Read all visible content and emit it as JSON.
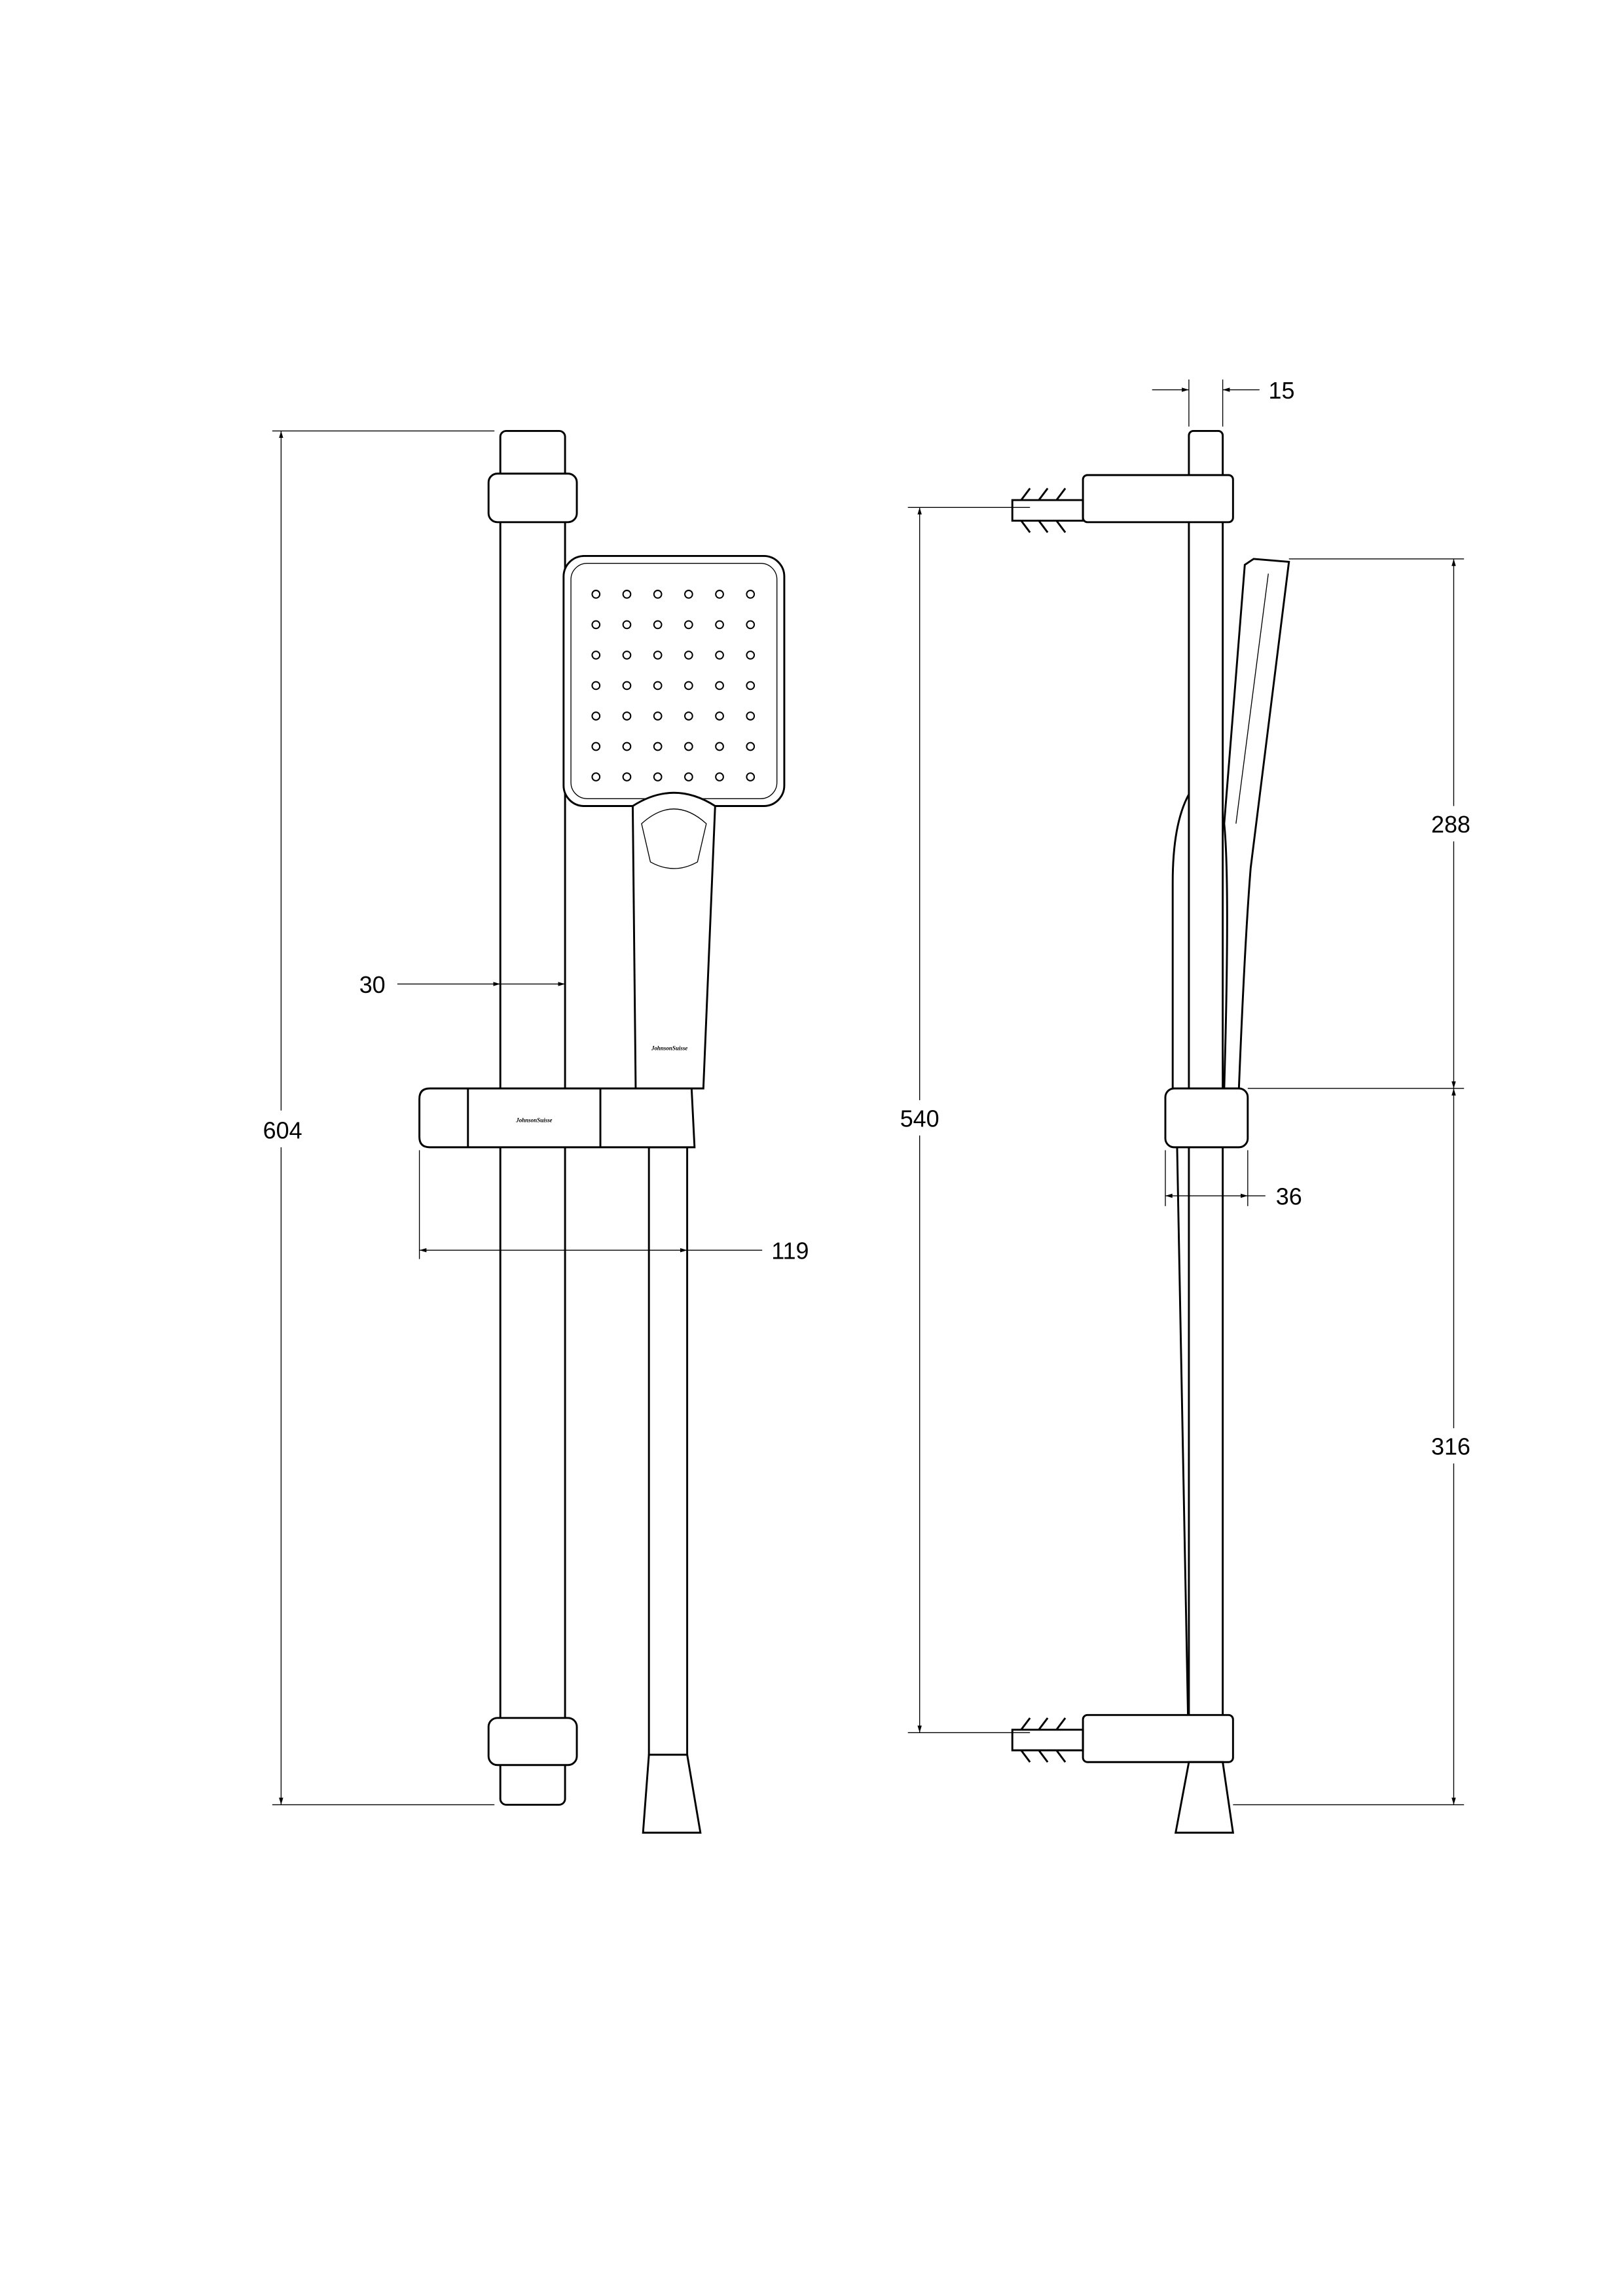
{
  "drawing": {
    "brand_label": "JohnsonSuisse",
    "dimensions": {
      "overall_height": "604",
      "rail_width": "30",
      "slider_projection": "119",
      "bracket_centres": "540",
      "rail_depth": "15",
      "head_length": "288",
      "slider_depth": "36",
      "slider_to_bottom": "316"
    },
    "nozzle_grid": {
      "columns": 6,
      "rows": 7
    }
  }
}
